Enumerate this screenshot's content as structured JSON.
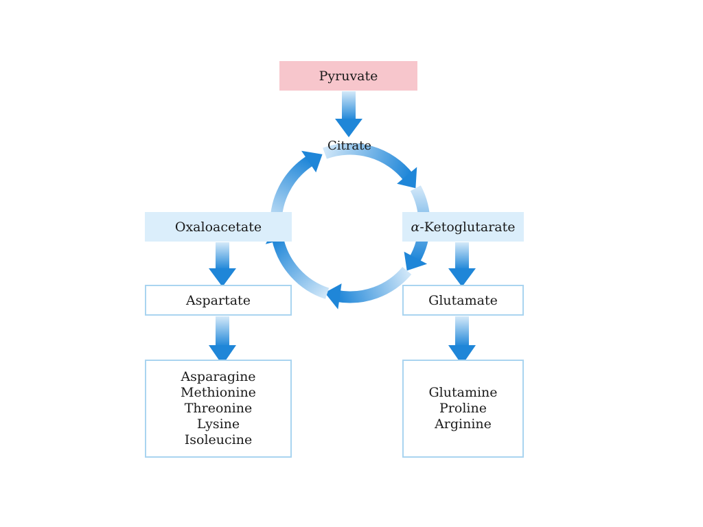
{
  "diagram": {
    "pyruvate": "Pyruvate",
    "citrate": "Citrate",
    "oxaloacetate": "Oxaloacetate",
    "alpha_symbol": "α",
    "ketoglutarate": "-Ketoglutarate",
    "aspartate": "Aspartate",
    "glutamate": "Glutamate",
    "aspartate_family": [
      "Asparagine",
      "Methionine",
      "Threonine",
      "Lysine",
      "Isoleucine"
    ],
    "glutamate_family": [
      "Glutamine",
      "Proline",
      "Arginine"
    ]
  },
  "colors": {
    "pyruvate_fill": "#f7c6cc",
    "node_fill": "#dbeefb",
    "box_border": "#a9d4f0",
    "arrow_dark": "#1f86d8",
    "arrow_light": "#cfe6f8"
  }
}
